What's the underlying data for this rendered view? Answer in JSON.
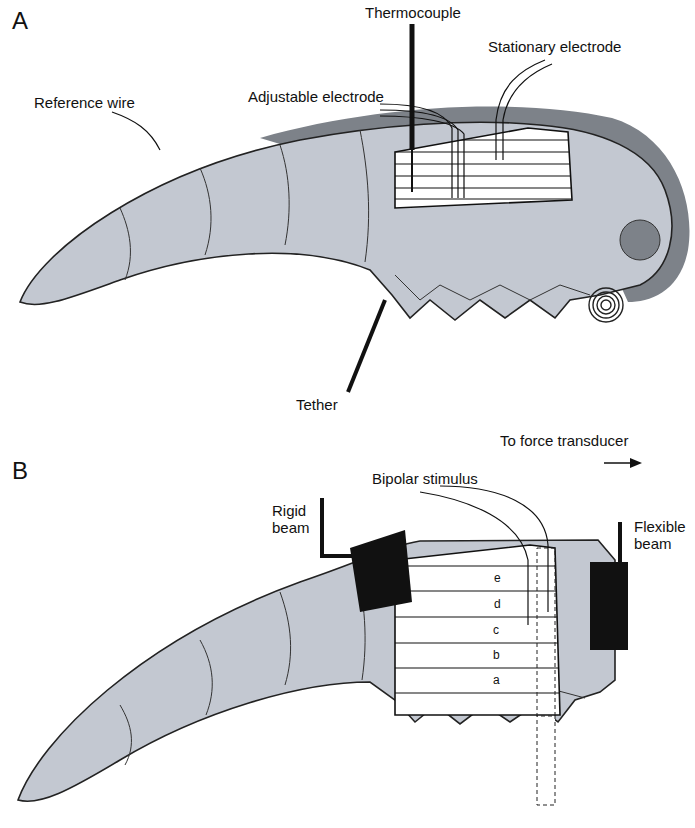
{
  "diagram": {
    "labels": [
      "A",
      "Thermocouple",
      "Adjustable electrode",
      "Stationary electrode",
      "Reference wire",
      "Tether",
      "B",
      "To force transducer",
      "Bipolar stimulus",
      "Rigid beam",
      "Flexible beam",
      "e",
      "d",
      "c",
      "b",
      "a"
    ]
  }
}
